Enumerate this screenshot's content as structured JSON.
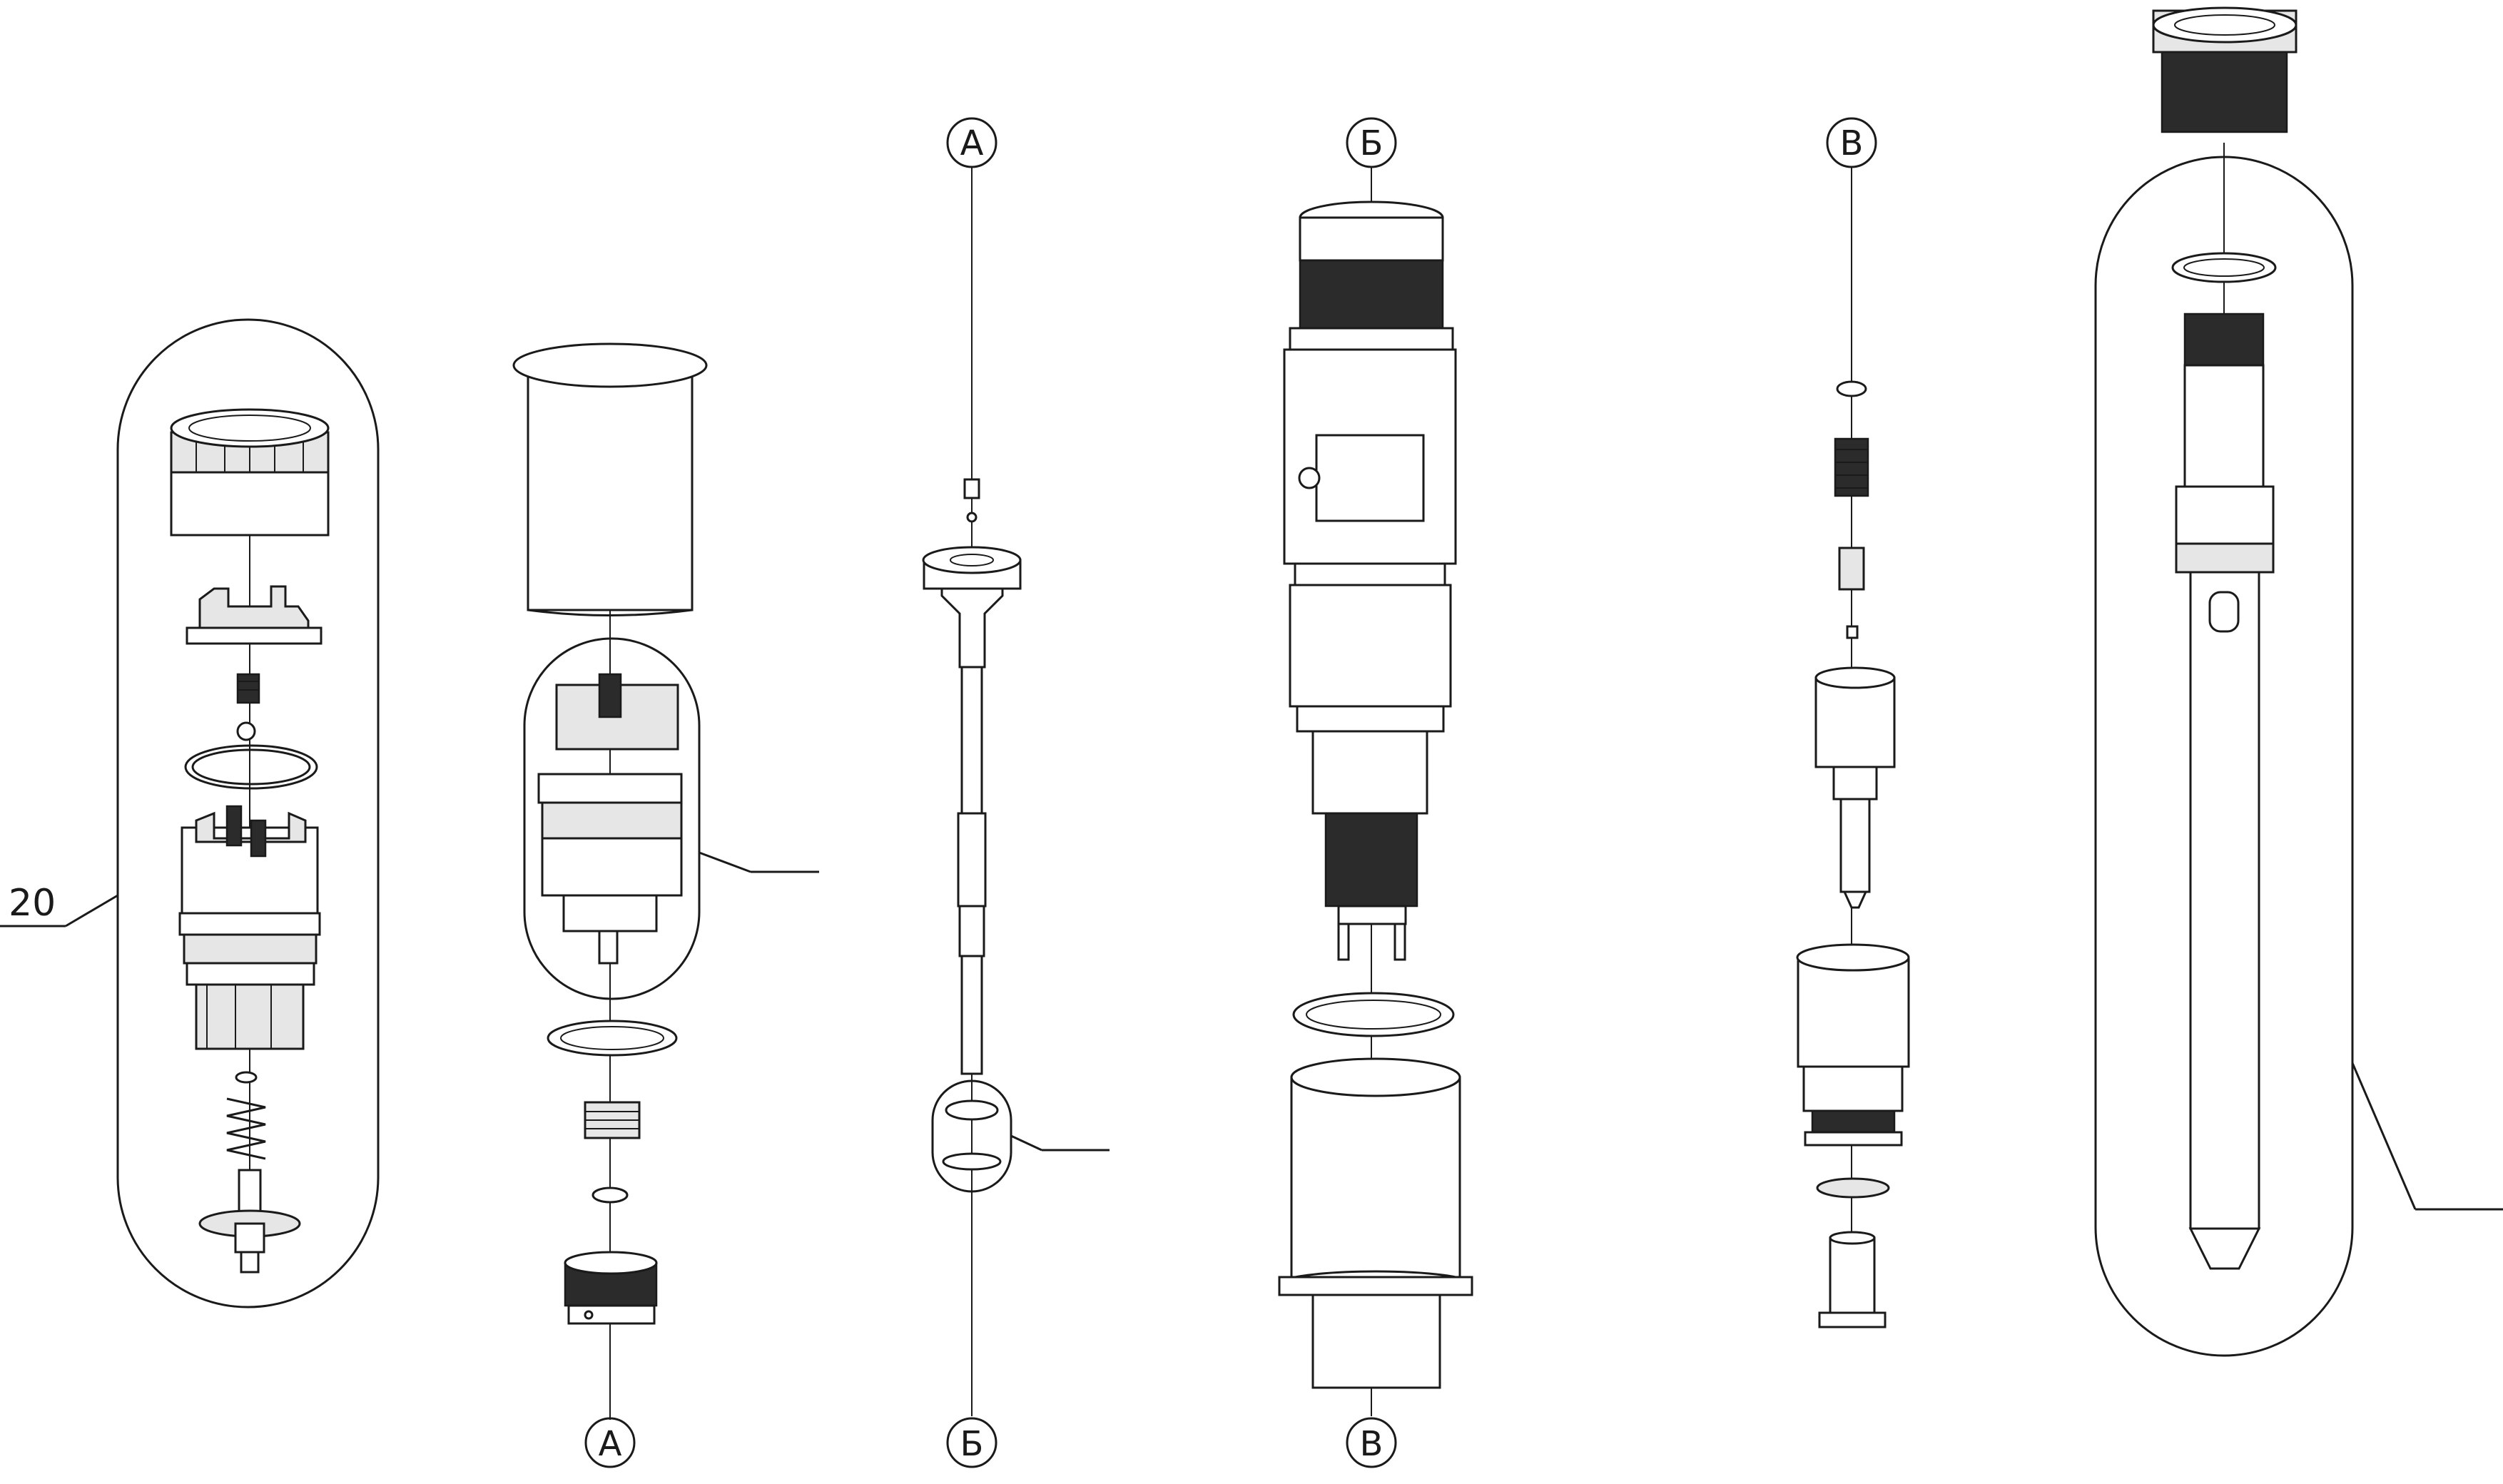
{
  "callouts": {
    "item_number": "20",
    "ref_a_top": "А",
    "ref_a_bottom": "А",
    "ref_b_top": "Б",
    "ref_b_bottom": "Б",
    "ref_v_top": "В",
    "ref_v_bottom": "В"
  },
  "colors": {
    "line": "#1a1a1a",
    "fill_light": "#e6e6e6",
    "fill_dark": "#2b2b2b",
    "background": "#ffffff"
  }
}
